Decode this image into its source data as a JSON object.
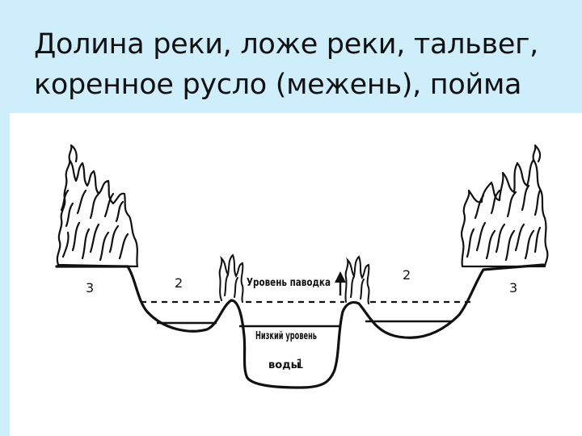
{
  "slide": {
    "title_line1": "Долина реки, ложе реки, тальвег,",
    "title_line2": "коренное русло (межень), пойма",
    "background": "#cfeefc"
  },
  "diagram": {
    "flood_level_label": "Уровень паводка",
    "low_water_line1": "Низкий уровень",
    "low_water_line2": "воды",
    "channel_number": "1",
    "floodplain_number_left": "2",
    "floodplain_number_right": "2",
    "terrace_number_left": "3",
    "terrace_number_right": "3",
    "ink_color": "#111111"
  }
}
